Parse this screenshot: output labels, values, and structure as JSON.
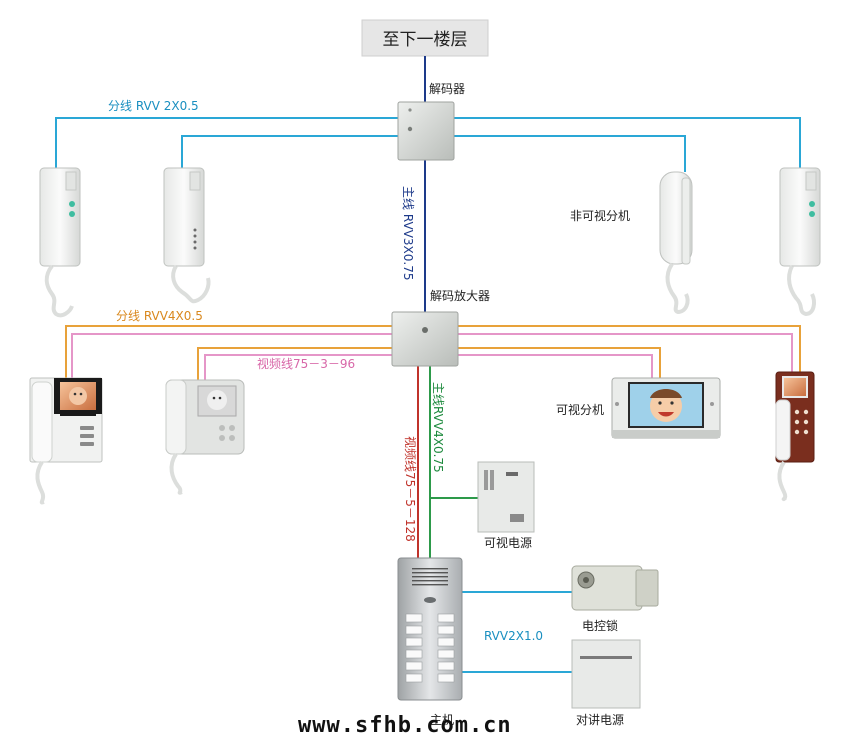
{
  "title": "至下一楼层",
  "labels": {
    "decoder": "解码器",
    "branch_rvv2": "分线 RVV 2X0.5",
    "main_rvv3": "主线 RVV3X0.75",
    "non_visual_ext": "非可视分机",
    "decoder_amp": "解码放大器",
    "branch_rvv4": "分线 RVV4X0.5",
    "video_96": "视频线75－3－96",
    "visual_ext": "可视分机",
    "main_rvv4": "主线RVV4X0.75",
    "video_128": "视频线75－5－128",
    "visual_power": "可视电源",
    "rvv2x1": "RVV2X1.0",
    "electric_lock": "电控锁",
    "host": "主机",
    "intercom_power": "对讲电源"
  },
  "watermark": "www.sfhb.com.cn",
  "colors": {
    "rvv2_branch": "#2aa7d6",
    "main_rvv3": "#1d3a8a",
    "rvv4_branch": "#e8a23a",
    "video_96": "#e596c8",
    "main_rvv4": "#2d9a4a",
    "video_128": "#c0332b",
    "rvv2x1": "#2aa7d6"
  }
}
